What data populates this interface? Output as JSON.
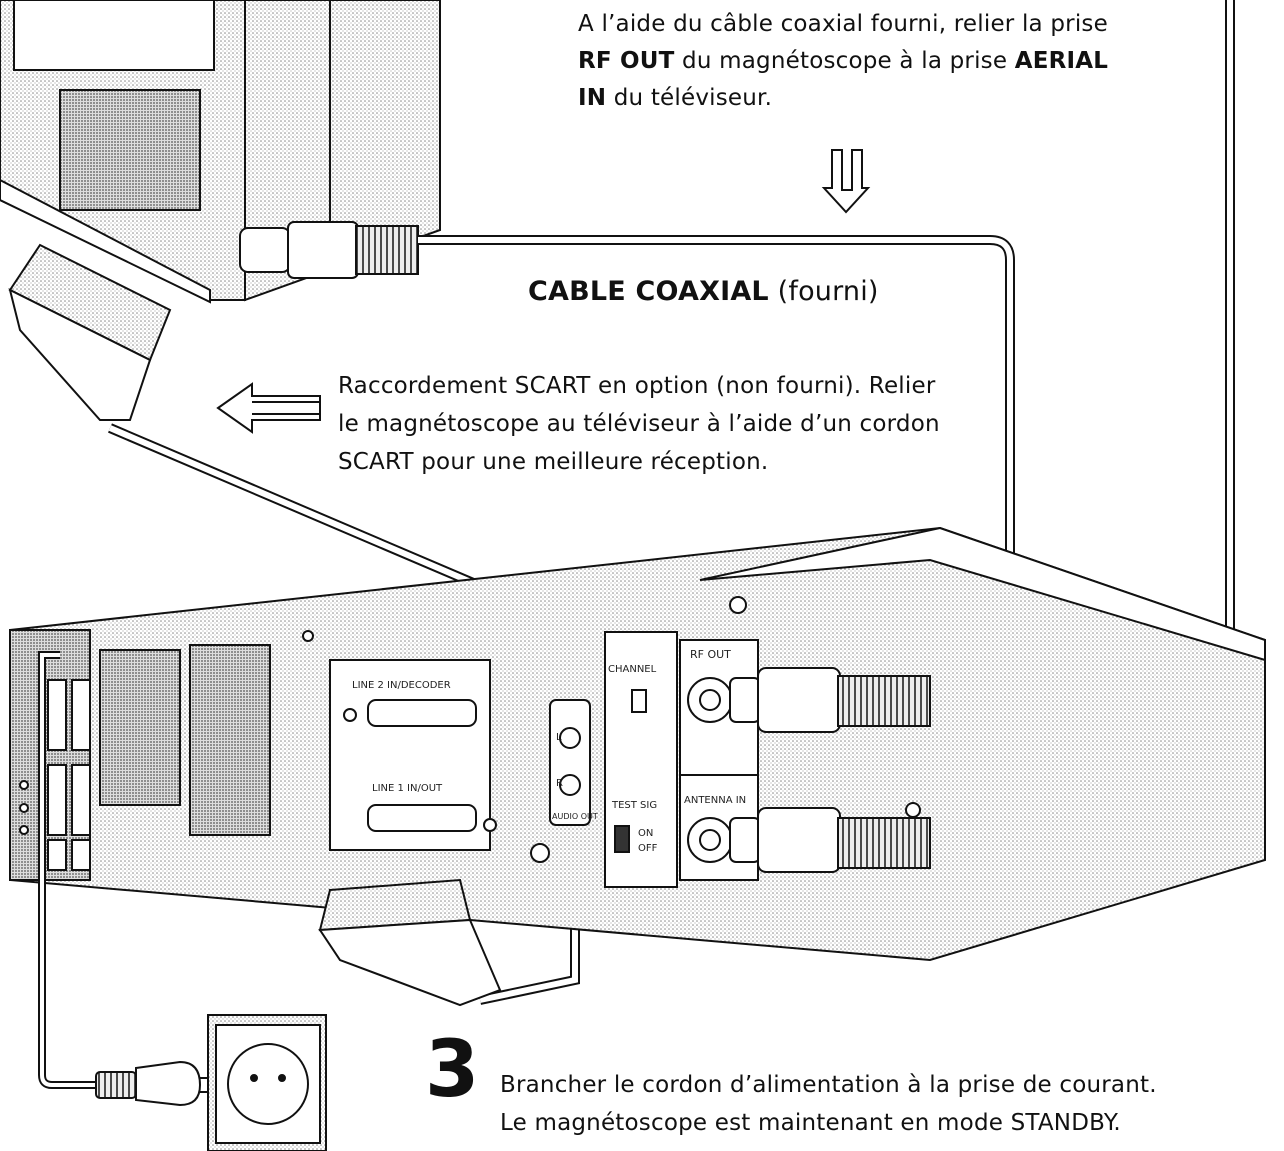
{
  "step2": {
    "line1": "A l’aide du câble coaxial fourni, relier la prise",
    "rf_out": "RF OUT",
    "mid": " du magnétoscope à la prise ",
    "aerial": "AERIAL",
    "in": "IN",
    "end": " du téléviseur."
  },
  "cable_label": {
    "bold": "CABLE COAXIAL",
    "normal": " (fourni)"
  },
  "scart_note": {
    "line1": "Raccordement SCART en option (non fourni). Relier",
    "line2": "le magnétoscope au téléviseur à l’aide d’un cordon",
    "line3": "SCART pour une meilleure réception."
  },
  "step3": {
    "number": "3",
    "line1": "Brancher le cordon d’alimentation à la prise de courant.",
    "line2": "Le magnétoscope est maintenant en mode STANDBY."
  },
  "vcr_labels": {
    "line2": "LINE 2 IN/DECODER",
    "line1": "LINE 1 IN/OUT",
    "channel": "CHANNEL",
    "rf_out": "RF OUT",
    "antenna_in": "ANTENNA IN",
    "test_sig": "TEST SIG",
    "on": "ON",
    "off": "OFF",
    "audio_out": "AUDIO OUT",
    "l": "L",
    "r": "R"
  }
}
